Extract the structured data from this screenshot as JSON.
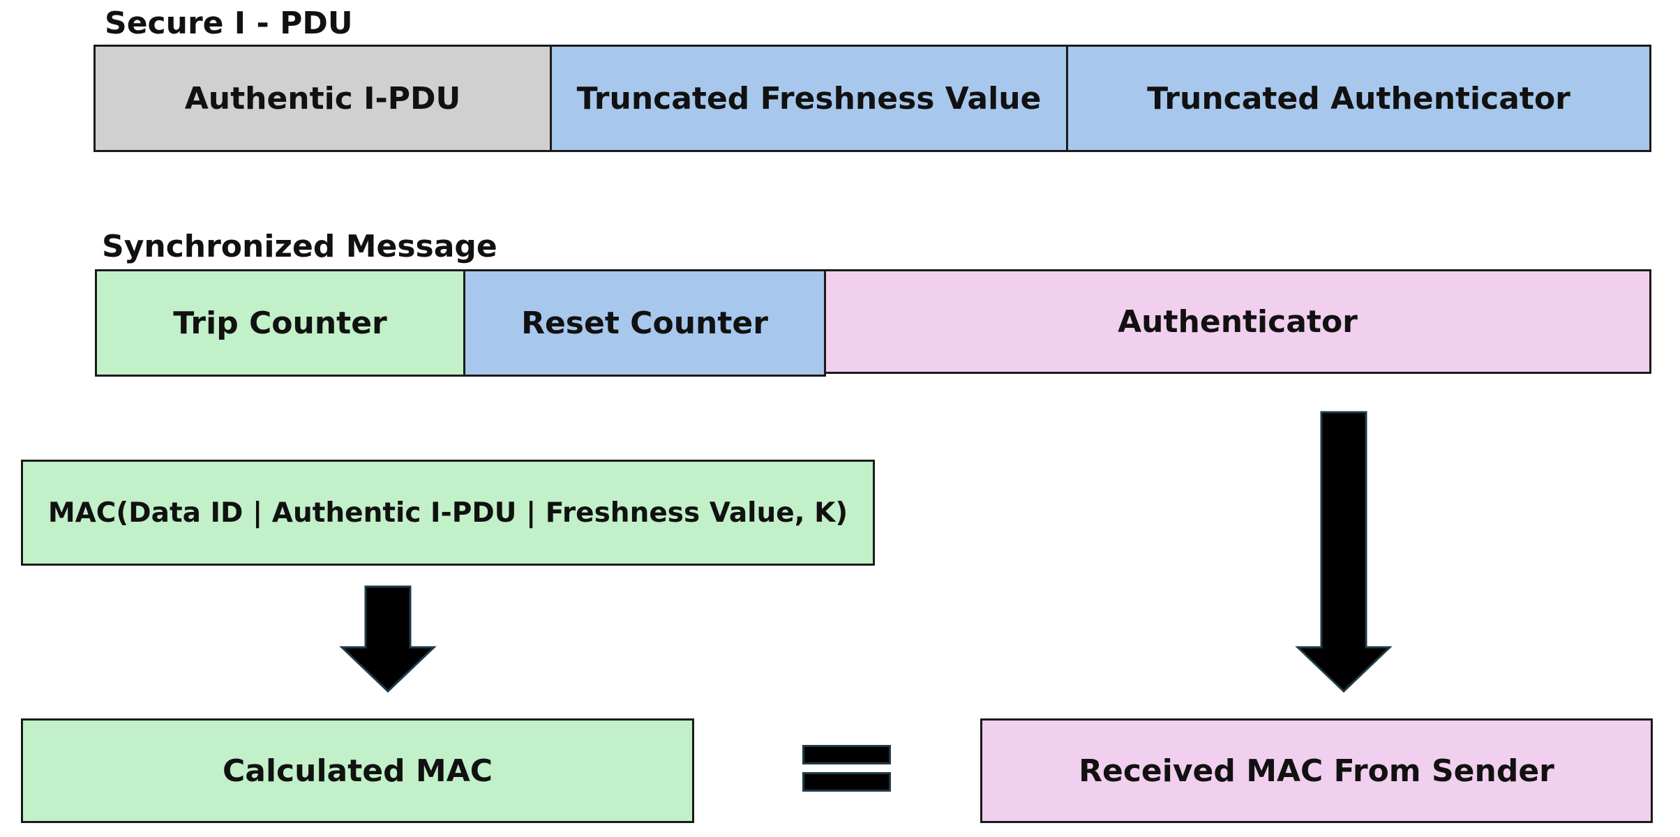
{
  "secure_ipdu": {
    "title": "Secure I - PDU",
    "fields": {
      "authentic": "Authentic I-PDU",
      "freshness": "Truncated Freshness Value",
      "authenticator": "Truncated Authenticator"
    }
  },
  "synchronized_message": {
    "title": "Synchronized Message",
    "fields": {
      "trip": "Trip Counter",
      "reset": "Reset Counter",
      "authenticator": "Authenticator"
    }
  },
  "mac": {
    "formula": "MAC(Data ID | Authentic I-PDU | Freshness Value, K)",
    "calculated": "Calculated MAC",
    "received": "Received MAC From Sender"
  },
  "colors": {
    "gray_field": "#d0d0d0",
    "blue_field": "#a7c8ec",
    "green_field": "#c2f0c8",
    "pink_field": "#f1cfee",
    "arrow": "#000000"
  },
  "icons": {
    "arrow": "down-arrow-icon",
    "equals": "equals-sign-icon"
  }
}
